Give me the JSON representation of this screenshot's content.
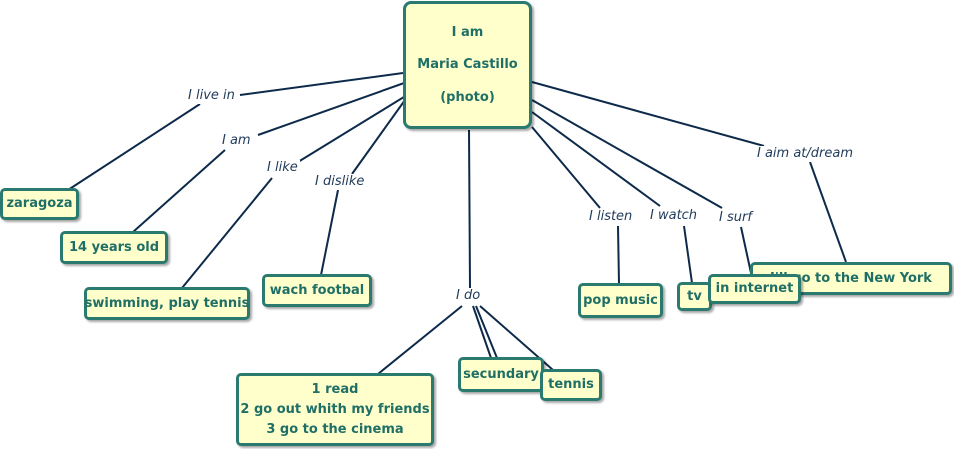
{
  "center": {
    "lines": [
      "I am",
      "Maria Castillo",
      "(photo)"
    ]
  },
  "links": {
    "live_in": "I live in",
    "am": "I am",
    "like": "I like",
    "dislike": "I dislike",
    "do": "I do",
    "listen": "I listen",
    "watch": "I watch",
    "surf": "I surf",
    "aim": "I aim at/dream"
  },
  "nodes": {
    "zaragoza": "zaragoza",
    "age": "14 years old",
    "likes": "swimming, play tennis",
    "dislikes": "wach footbal",
    "activities": [
      "1 read",
      "2 go out whith my friends",
      "3 go to the cinema"
    ],
    "school": "secundary",
    "sport": "tennis",
    "music": "pop music",
    "watch": "tv",
    "surf": "in internet",
    "dream": "I'll go to the New York"
  }
}
